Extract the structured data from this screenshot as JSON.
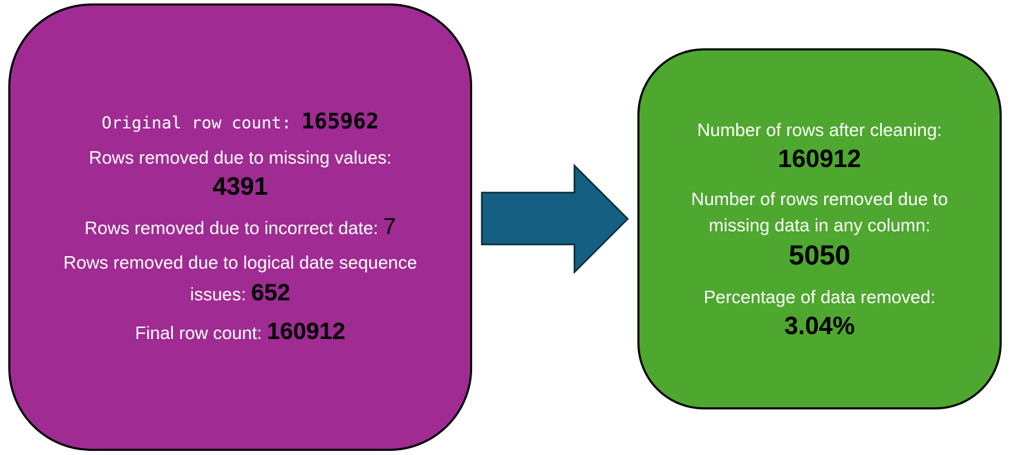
{
  "left_box": {
    "original_label": "Original row count:",
    "original_value": "165962",
    "missing_label": "Rows removed due to missing values:",
    "missing_value": "4391",
    "incorrect_label": "Rows removed due to incorrect date:",
    "incorrect_value": "7",
    "logical_label_line1": "Rows removed due to logical date sequence",
    "logical_label_line2": "issues:",
    "logical_value": "652",
    "final_label": "Final row count:",
    "final_value": "160912"
  },
  "right_box": {
    "after_label": "Number of rows after cleaning:",
    "after_value": "160912",
    "removed_label_line1": "Number of rows removed due to",
    "removed_label_line2": "missing data in any column:",
    "removed_value": "5050",
    "percent_label": "Percentage of data removed:",
    "percent_value": "3.04%"
  },
  "colors": {
    "left_box_fill": "#a02b93",
    "right_box_fill": "#4ea72e",
    "arrow_fill": "#156082",
    "border": "#000000",
    "label_text": "#ffffff",
    "value_text": "#000000"
  }
}
